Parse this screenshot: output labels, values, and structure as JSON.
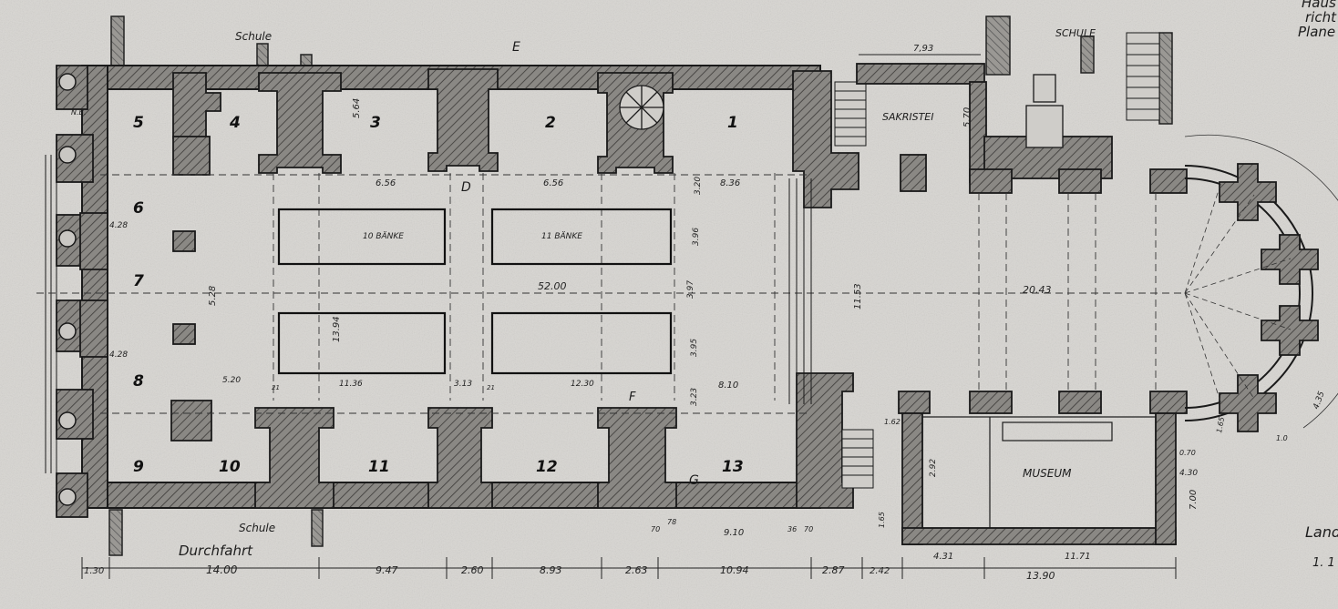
{
  "colors": {
    "paper": "#d8d6d2",
    "ink": "#1c1c1c",
    "wall": "#7a7874"
  },
  "labels": {
    "schule_top_left": "Schule",
    "schule_top_right": "SCHULE",
    "schule_bottom": "Schule",
    "durchfahrt": "Durchfahrt",
    "sakristei": "SAKRISTEI",
    "museum": "MUSEUM",
    "baenke_left": "10 BÄNKE",
    "baenke_right": "11 BÄNKE",
    "nb": "N.B.",
    "section_d": "D",
    "section_e": "E",
    "section_f": "F",
    "section_g": "G",
    "corner_top_1": "Haus",
    "corner_top_2": "richt",
    "corner_top_3": "Plane",
    "corner_bottom_1": "Land",
    "corner_bottom_2": "1. 1"
  },
  "bays": [
    "1",
    "2",
    "3",
    "4",
    "5",
    "6",
    "7",
    "8",
    "9",
    "10",
    "11",
    "12",
    "13"
  ],
  "dims": {
    "top_793": "7,93",
    "bay3_width": "5.64",
    "sak_570": "5.70",
    "nave_656_a": "6.56",
    "nave_656_b": "6.56",
    "nave_320": "3.20",
    "nave_836": "8.36",
    "nave_428_a": "4.28",
    "nave_428_b": "4.28",
    "nave_396": "3.96",
    "nave_397": "3.97",
    "nave_5200": "52.00",
    "nave_1153": "11.53",
    "choir_2043": "20.43",
    "nave_528": "5.28",
    "nave_1394": "13.94",
    "nave_395": "3.95",
    "low_520": "5.20",
    "low_1136": "11.36",
    "low_313": "3.13",
    "low_1230": "12.30",
    "low_323": "3.23",
    "low_810": "8.10",
    "low_21a": "21",
    "low_21b": "21",
    "mus_162": "1.62",
    "mus_292": "2.92",
    "mus_165": "1.65",
    "mus_070": "0.70",
    "mus_430": "4.30",
    "mus_700": "7.00",
    "apse_435": "4.35",
    "apse_10": "1.0",
    "apse_165": "1.65",
    "bot_70a": "70",
    "bot_70b": "70",
    "bot_78": "78",
    "bot_910": "9.10",
    "bot_36": "36",
    "bot_130": "1.30",
    "bot_1400": "14.00",
    "bot_947": "9.47",
    "bot_260": "2.60",
    "bot_893": "8.93",
    "bot_263": "2.63",
    "bot_1094": "10.94",
    "bot_287": "2.87",
    "bot_242": "2.42",
    "bot_431": "4.31",
    "bot_1171": "11.71",
    "bot_1390": "13.90"
  }
}
